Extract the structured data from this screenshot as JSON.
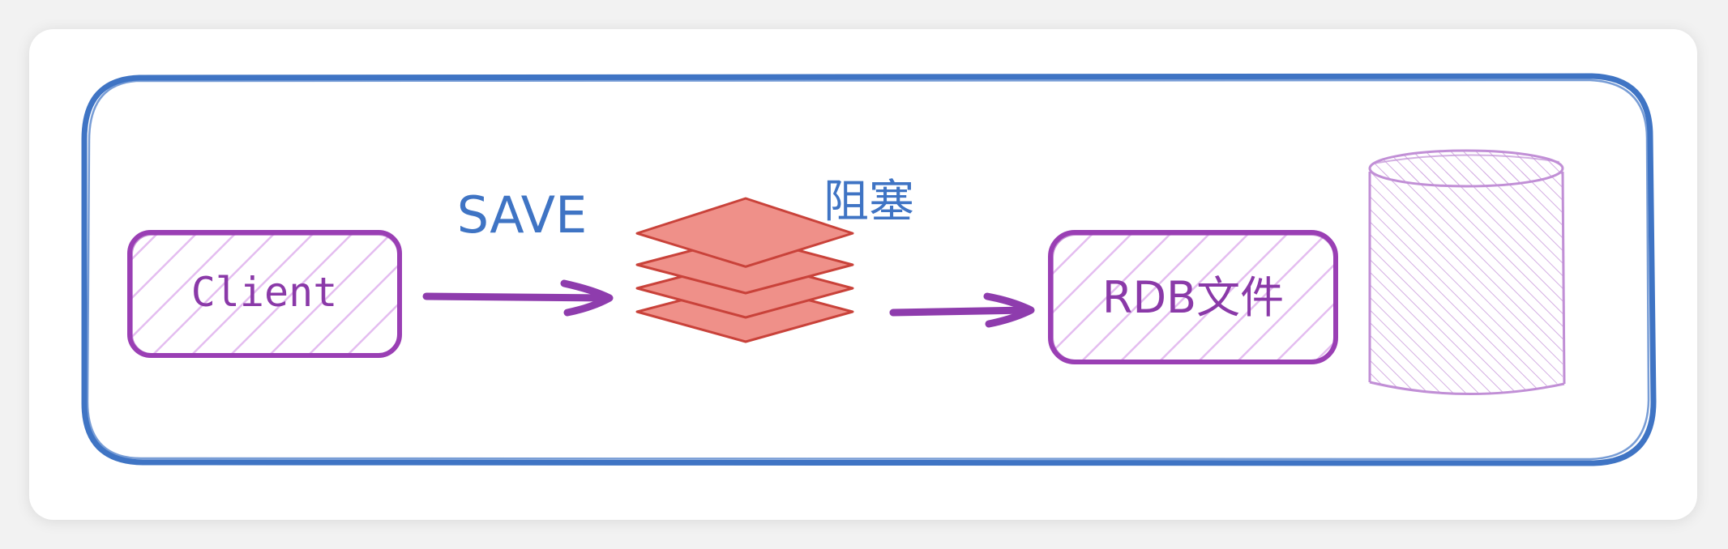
{
  "labels": {
    "client": "Client",
    "save": "SAVE",
    "block": "阻塞",
    "rdb_file": "RDB文件"
  },
  "colors": {
    "frame": "#3f74c4",
    "node_stroke": "#9a3fb4",
    "node_hatch": "#e4bdf0",
    "text_blue": "#3f74c4",
    "text_purple": "#8a39a8",
    "arrow": "#8e3cad",
    "layers_fill": "#ef9089",
    "layers_stroke": "#c9423a",
    "cylinder_stroke": "#c18fd6",
    "cylinder_hatch": "#d4aee3"
  },
  "icons": {
    "stack": "layers-icon",
    "database": "database-cylinder-icon"
  }
}
